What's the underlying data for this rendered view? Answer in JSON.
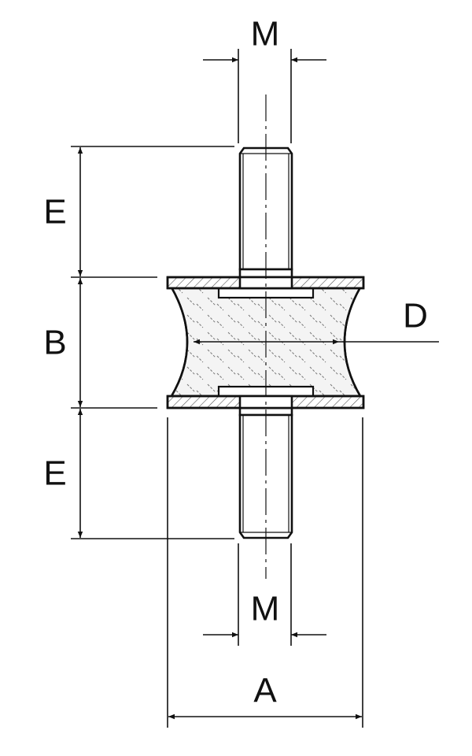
{
  "labels": {
    "top_thread": "M",
    "bottom_thread": "M",
    "top_stud_length": "E",
    "bottom_stud_length": "E",
    "body_height": "B",
    "waist_diameter": "D",
    "overall_diameter": "A"
  },
  "colors": {
    "line": "#111111",
    "background": "#ffffff",
    "rubber_fill": "#f4f4f4",
    "hatch": "#555555"
  }
}
